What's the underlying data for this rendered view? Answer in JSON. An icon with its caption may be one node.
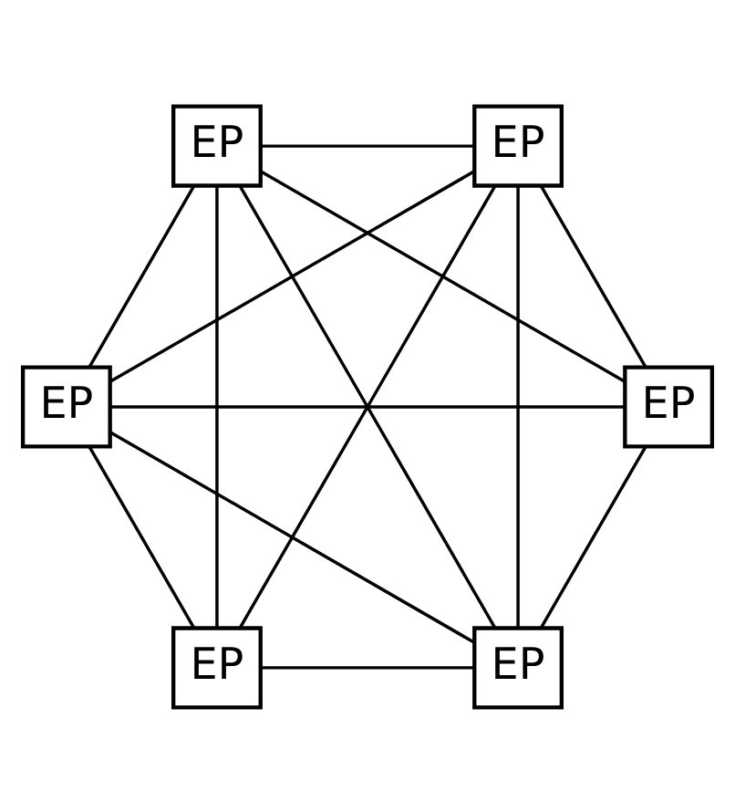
{
  "diagram": {
    "nodes": [
      {
        "text": [
          "EP"
        ]
      },
      {
        "text": [
          "EP"
        ]
      },
      {
        "text": [
          "EP"
        ]
      },
      {
        "text": [
          "EP"
        ]
      },
      {
        "text": [
          "EP"
        ]
      },
      {
        "text": [
          "EP"
        ]
      }
    ],
    "edges": [
      {
        "from": 0,
        "to": 1,
        "arrow": "none"
      },
      {
        "from": 0,
        "to": 2,
        "arrow": "none"
      },
      {
        "from": 0,
        "to": 3,
        "arrow": "none"
      },
      {
        "from": 0,
        "to": 4,
        "arrow": "none"
      },
      {
        "from": 1,
        "to": 2,
        "arrow": "none"
      },
      {
        "from": 1,
        "to": 3,
        "arrow": "none"
      },
      {
        "from": 1,
        "to": 4,
        "arrow": "none"
      },
      {
        "from": 1,
        "to": 5,
        "arrow": "none"
      },
      {
        "from": 2,
        "to": 3,
        "arrow": "none"
      },
      {
        "from": 2,
        "to": 4,
        "arrow": "none"
      },
      {
        "from": 2,
        "to": 5,
        "arrow": "none"
      },
      {
        "from": 3,
        "to": 4,
        "arrow": "none"
      },
      {
        "from": 3,
        "to": 5,
        "arrow": "none"
      },
      {
        "from": 4,
        "to": 5,
        "arrow": "none"
      }
    ]
  }
}
